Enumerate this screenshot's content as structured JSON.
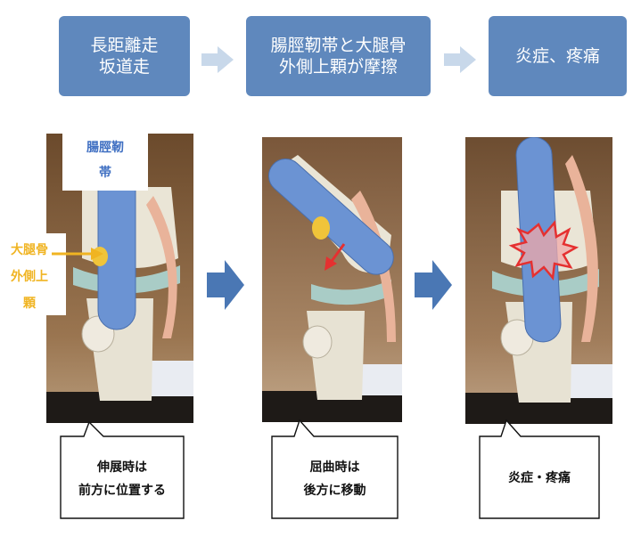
{
  "flow": {
    "step1": [
      "長距離走",
      "坂道走"
    ],
    "step2": [
      "腸脛靭帯と大腿骨",
      "外側上顆が摩擦"
    ],
    "step3": [
      "炎症、疼痛"
    ]
  },
  "labels": {
    "itband": [
      "腸脛靭",
      "帯"
    ],
    "lateral_condyle": [
      "大腿骨",
      "外側上",
      "顆"
    ]
  },
  "callouts": {
    "c1": [
      "伸展時は",
      "前方に位置する"
    ],
    "c2": [
      "屈曲時は",
      "後方に移動"
    ],
    "c3": [
      "炎症・疼痛"
    ]
  },
  "colors": {
    "flow_box": "#5f88bd",
    "flow_arrow": "#c8d8ea",
    "big_arrow": "#4a77b4",
    "itband_fill": "#6b93d3",
    "label_it": "#3f6fc2",
    "label_condyle": "#f0b422",
    "pain_burst": "#e53030"
  }
}
